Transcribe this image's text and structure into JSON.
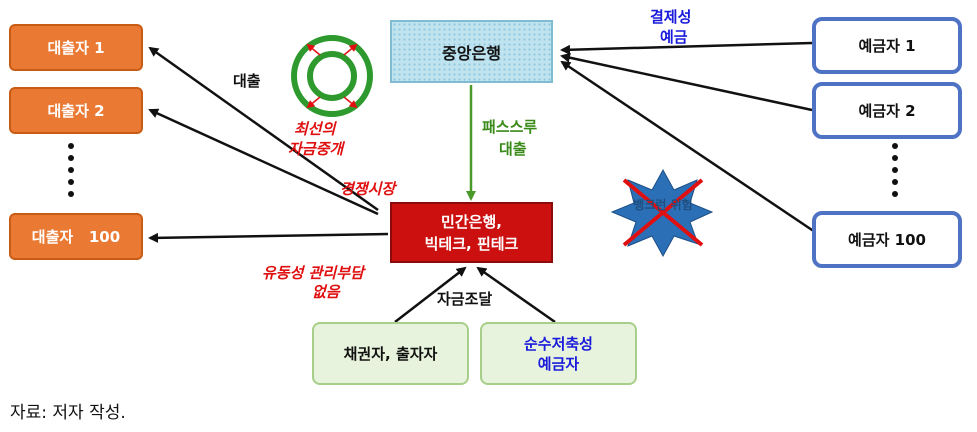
{
  "borrowers": [
    {
      "label": "대출자 1"
    },
    {
      "label": "대출자 2"
    },
    {
      "label": "대출자   100"
    }
  ],
  "depositors": [
    {
      "label": "예금자 1"
    },
    {
      "label": "예금자 2"
    },
    {
      "label": "예금자 100"
    }
  ],
  "central_bank": {
    "label": "중앙은행"
  },
  "private_bank": {
    "line1": "민간은행,",
    "line2": "빅테크, 핀테크"
  },
  "funders": [
    {
      "label": "채권자, 출자자",
      "color": "#111111"
    },
    {
      "line1": "순수저축성",
      "line2": "예금자",
      "color": "#1a1adb"
    }
  ],
  "labels": {
    "loan": "대출",
    "pass_through_1": "패스스루",
    "pass_through_2": "대출",
    "settlement_1": "결제성",
    "settlement_2": "예금",
    "best_1": "최선의",
    "best_2": "자금중개",
    "competitive": "경쟁시장",
    "liquidity_1": "유동성 관리부담",
    "liquidity_2": "없음",
    "funding": "자금조달",
    "bank_run": "뱅크런 위험"
  },
  "source": "자료: 저자 작성.",
  "colors": {
    "borrower_fill": "#ea7a33",
    "depositor_border": "#4e72c4",
    "central_fill": "#bfe3ef",
    "private_fill": "#cc1010",
    "funder_fill": "#e7f3dc",
    "red_text": "#e01010",
    "green_text": "#3a8a1a",
    "blue_text": "#1a1adb",
    "burst_fill": "#2b6fb6"
  }
}
